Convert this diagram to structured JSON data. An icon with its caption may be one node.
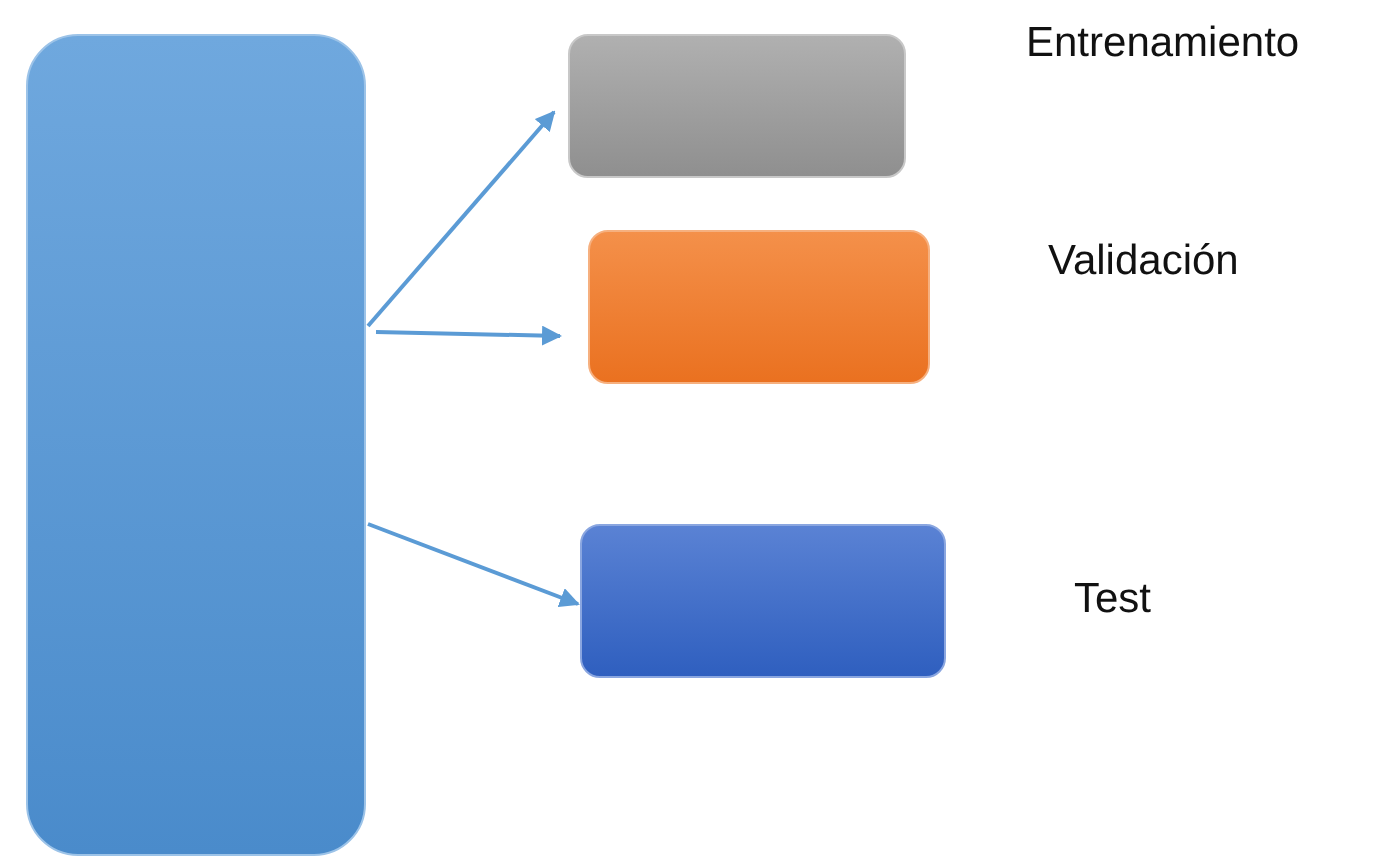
{
  "diagram": {
    "nodes": [
      {
        "text": [],
        "shape": "box"
      },
      {
        "text": [],
        "shape": "box",
        "beside": [
          "Entrenamiento"
        ]
      },
      {
        "text": [],
        "shape": "box",
        "beside": [
          "Validación"
        ]
      },
      {
        "text": [],
        "shape": "box",
        "beside": [
          "Test"
        ]
      }
    ],
    "edges": [
      {
        "from": 0,
        "to": 1,
        "arrow": "to"
      },
      {
        "from": 0,
        "to": 2,
        "arrow": "to"
      },
      {
        "from": 0,
        "to": 3,
        "arrow": "to"
      }
    ]
  }
}
